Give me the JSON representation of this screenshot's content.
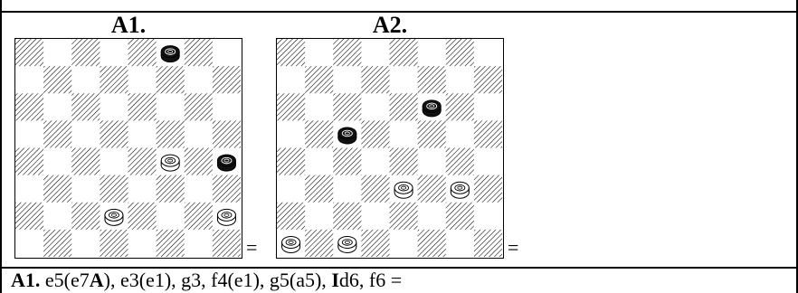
{
  "diagrams": [
    {
      "title": "A1.",
      "result": "=",
      "pieces": [
        {
          "color": "black",
          "col": 5,
          "row": 0
        },
        {
          "color": "white",
          "col": 5,
          "row": 4
        },
        {
          "color": "black",
          "col": 7,
          "row": 4
        },
        {
          "color": "white",
          "col": 3,
          "row": 6
        },
        {
          "color": "white",
          "col": 7,
          "row": 6
        }
      ]
    },
    {
      "title": "A2.",
      "result": "=",
      "pieces": [
        {
          "color": "black",
          "col": 5,
          "row": 2
        },
        {
          "color": "black",
          "col": 2,
          "row": 3
        },
        {
          "color": "white",
          "col": 4,
          "row": 5
        },
        {
          "color": "white",
          "col": 6,
          "row": 5
        },
        {
          "color": "white",
          "col": 0,
          "row": 7
        },
        {
          "color": "white",
          "col": 2,
          "row": 7
        }
      ]
    }
  ],
  "caption": {
    "label": "A1.",
    "seg1": " e5(e7",
    "bold1": "A",
    "seg2": "), e3(e1), g3, f4(e1), g5(a5), ",
    "bold2": "I",
    "seg3": "d6, f6 ="
  }
}
